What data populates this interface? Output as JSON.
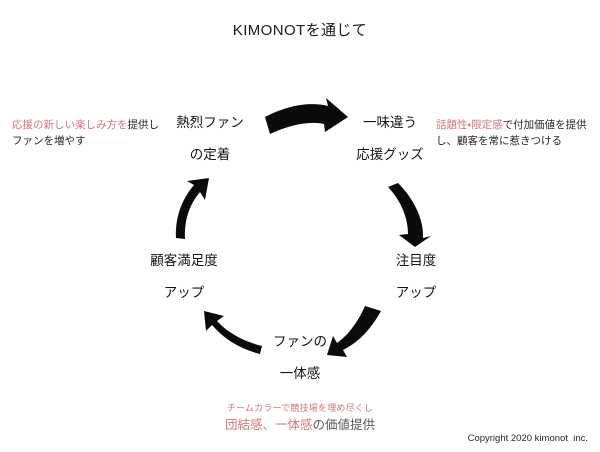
{
  "slide": {
    "title": "KIMONOTを通じて",
    "background_color": "#ffffff",
    "accent_color": "#d4777c",
    "arrow_color": "#0b0b0b",
    "copyright": "Copyright 2020 kimonot  inc."
  },
  "cycle": {
    "nodes": [
      {
        "id": "node-top-left",
        "line1": "熱烈ファン",
        "line2": "の定着"
      },
      {
        "id": "node-top-right",
        "line1": "一味違う",
        "line2": "応援グッズ"
      },
      {
        "id": "node-right",
        "line1": "注目度",
        "line2": "アップ"
      },
      {
        "id": "node-bottom",
        "line1": "ファンの",
        "line2": "一体感"
      },
      {
        "id": "node-left",
        "line1": "顧客満足度",
        "line2": "アップ"
      }
    ],
    "arrows": [
      {
        "id": "arrow-top",
        "direction": "right"
      },
      {
        "id": "arrow-right",
        "direction": "down"
      },
      {
        "id": "arrow-bottom-right",
        "direction": "down-left"
      },
      {
        "id": "arrow-bottom-left",
        "direction": "up-left"
      },
      {
        "id": "arrow-left",
        "direction": "up"
      }
    ]
  },
  "notes": {
    "left": {
      "highlight": "応援の新しい楽しみ方を",
      "rest": "提供しファンを増やす"
    },
    "right": {
      "highlight": "話題性・限定感",
      "rest": "で付加価値を提供し、顧客を常に惹きつける"
    },
    "bottom": {
      "small": "チームカラーで競技場を埋め尽くし",
      "big_highlight": "団結感、一体感",
      "big_rest": "の価値提供"
    }
  }
}
